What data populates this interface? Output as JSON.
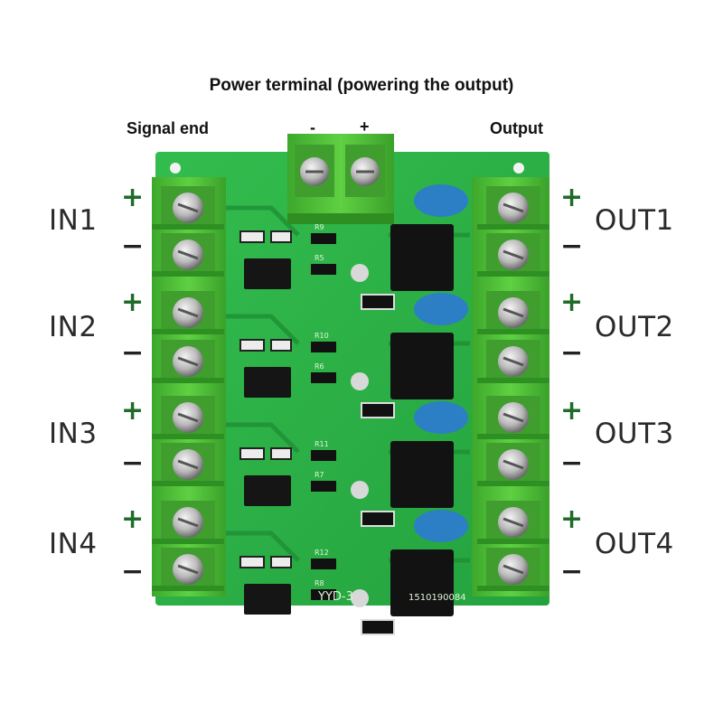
{
  "header": {
    "power_terminal_title": "Power terminal (powering the output)",
    "signal_end": "Signal end",
    "output": "Output",
    "power_minus": "-",
    "power_plus": "+"
  },
  "inputs": [
    {
      "label": "IN1",
      "plus": "+",
      "minus": "−"
    },
    {
      "label": "IN2",
      "plus": "+",
      "minus": "−"
    },
    {
      "label": "IN3",
      "plus": "+",
      "minus": "−"
    },
    {
      "label": "IN4",
      "plus": "+",
      "minus": "−"
    }
  ],
  "outputs": [
    {
      "label": "OUT1",
      "plus": "+",
      "minus": "−"
    },
    {
      "label": "OUT2",
      "plus": "+",
      "minus": "−"
    },
    {
      "label": "OUT3",
      "plus": "+",
      "minus": "−"
    },
    {
      "label": "OUT4",
      "plus": "+",
      "minus": "−"
    }
  ],
  "board": {
    "model": "YYD-3",
    "serial": "1510190084",
    "resistor_labels": [
      "R9",
      "R5",
      "R10",
      "R6",
      "R11",
      "R7",
      "R12",
      "R8"
    ],
    "colors": {
      "pcb": "#2fb54a",
      "terminal": "#57c93c",
      "screw": "#c9c9c9",
      "capacitor": "#2c7fc4"
    }
  }
}
